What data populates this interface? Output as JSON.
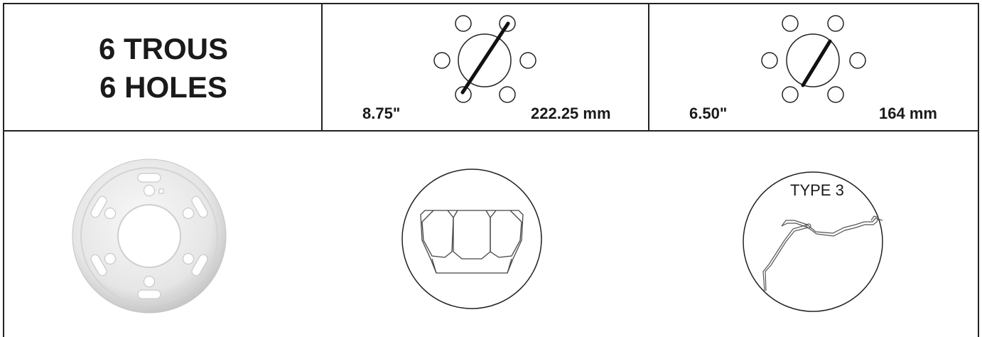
{
  "header": {
    "title_fr": "6 TROUS",
    "title_en": "6 HOLES"
  },
  "bolt_patterns": [
    {
      "inches": "8.75\"",
      "metric": "222.25 mm"
    },
    {
      "inches": "6.50\"",
      "metric": "164 mm"
    }
  ],
  "profile": {
    "type_label": "TYPE 3"
  },
  "icons": {
    "wheel": "steel-wheel-6-hole-icon",
    "nut": "wheel-nut-icon",
    "profile": "rim-profile-icon"
  }
}
